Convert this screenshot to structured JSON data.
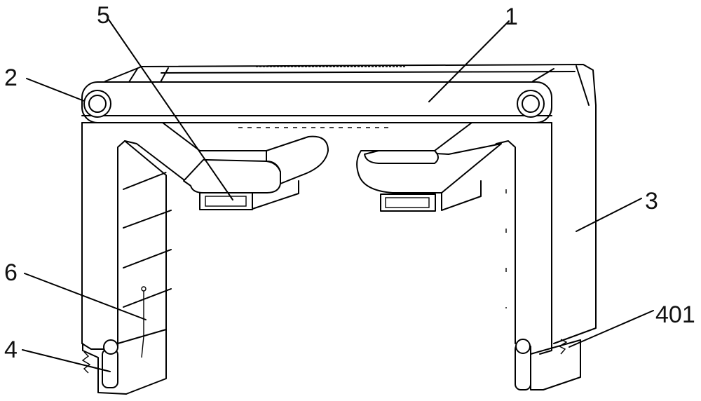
{
  "figure": {
    "labels": [
      {
        "id": "label-1",
        "text": "1"
      },
      {
        "id": "label-2",
        "text": "2"
      },
      {
        "id": "label-3",
        "text": "3"
      },
      {
        "id": "label-4",
        "text": "4"
      },
      {
        "id": "label-5",
        "text": "5"
      },
      {
        "id": "label-6",
        "text": "6"
      },
      {
        "id": "label-401",
        "text": "401"
      }
    ]
  }
}
